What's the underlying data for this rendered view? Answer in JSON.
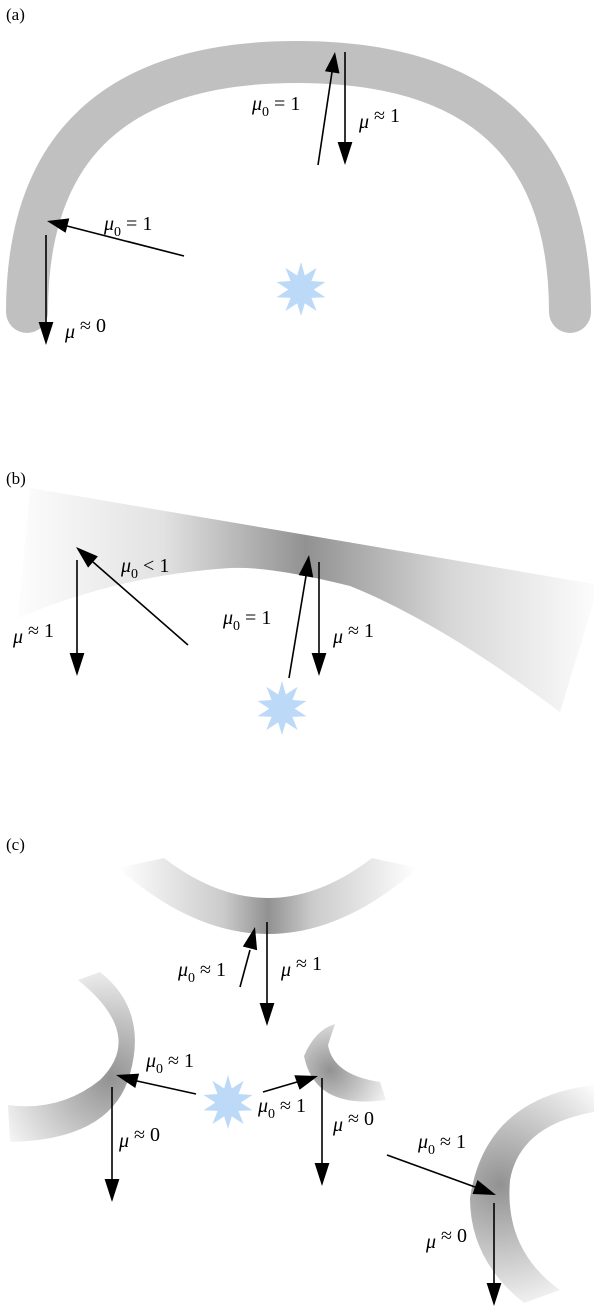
{
  "panels": {
    "a": {
      "label": "(a)",
      "top_incident_label": {
        "sym": "μ",
        "sub": "0",
        "rel": " = 1"
      },
      "top_emergent_label": {
        "sym": "μ",
        "sub": "",
        "rel": " ≈ 1"
      },
      "left_incident_label": {
        "sym": "μ",
        "sub": "0",
        "rel": " = 1"
      },
      "left_emergent_label": {
        "sym": "μ",
        "sub": "",
        "rel": " ≈ 0"
      }
    },
    "b": {
      "label": "(b)",
      "left_incident_label": {
        "sym": "μ",
        "sub": "0",
        "rel": " < 1"
      },
      "left_emergent_label": {
        "sym": "μ",
        "sub": "",
        "rel": " ≈ 1"
      },
      "center_incident_label": {
        "sym": "μ",
        "sub": "0",
        "rel": " = 1"
      },
      "center_emergent_label": {
        "sym": "μ",
        "sub": "",
        "rel": " ≈ 1"
      }
    },
    "c": {
      "label": "(c)",
      "top_incident_label": {
        "sym": "μ",
        "sub": "0",
        "rel": " ≈ 1"
      },
      "top_emergent_label": {
        "sym": "μ",
        "sub": "",
        "rel": " ≈ 1"
      },
      "left_incident_label": {
        "sym": "μ",
        "sub": "0",
        "rel": " ≈ 1"
      },
      "left_emergent_label": {
        "sym": "μ",
        "sub": "",
        "rel": " ≈ 0"
      },
      "mid_incident_label": {
        "sym": "μ",
        "sub": "0",
        "rel": " ≈ 1"
      },
      "mid_emergent_label": {
        "sym": "μ",
        "sub": "",
        "rel": " ≈ 0"
      },
      "right_incident_label": {
        "sym": "μ",
        "sub": "0",
        "rel": " ≈ 1"
      },
      "right_emergent_label": {
        "sym": "μ",
        "sub": "",
        "rel": " ≈ 0"
      }
    }
  },
  "colors": {
    "cloud": "#c0c0c0",
    "cloud_dark": "#8c8c8c",
    "star": "#bcd9f7",
    "arrow": "#000000"
  }
}
